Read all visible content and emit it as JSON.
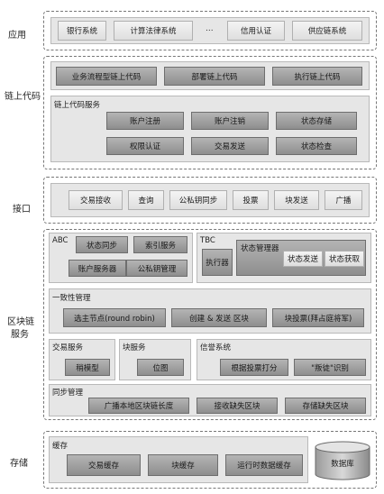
{
  "layers": {
    "application": {
      "label": "应用",
      "items": [
        "银行系统",
        "计算法律系统",
        "...",
        "信用认证",
        "供应链系统"
      ]
    },
    "chaincode": {
      "label": "链上代码",
      "top_items": [
        "业务流程型链上代码",
        "部署链上代码",
        "执行链上代码"
      ],
      "service_title": "链上代码服务",
      "service_items": [
        "账户注册",
        "账户注销",
        "状态存储",
        "权限认证",
        "交易发送",
        "状态检查"
      ]
    },
    "interface": {
      "label": "接口",
      "items": [
        "交易接收",
        "查询",
        "公私钥同步",
        "投票",
        "块发送",
        "广播"
      ]
    },
    "blockchain": {
      "label_line1": "区块链",
      "label_line2": "服务",
      "abc": {
        "title": "ABC",
        "items": [
          "状态同步",
          "索引服务",
          "账户服务器",
          "公私钥管理"
        ]
      },
      "tbc": {
        "title": "TBC",
        "executor": "执行器",
        "state_manager": "状态管理器",
        "items": [
          "状态发送",
          "状态获取"
        ]
      },
      "consensus": {
        "title": "一致性管理",
        "items": [
          "选主节点(round robin)",
          "创建 & 发送 区块",
          "块投票(拜占庭将军)"
        ]
      },
      "transaction": {
        "title": "交易服务",
        "items": [
          "稍模型"
        ]
      },
      "block": {
        "title": "块服务",
        "items": [
          "位图"
        ]
      },
      "reputation": {
        "title": "信誉系统",
        "items": [
          "根据投票打分",
          "\"叛徒\"识别"
        ]
      },
      "sync": {
        "title": "同步管理",
        "items": [
          "广播本地区块链长度",
          "接收缺失区块",
          "存储缺失区块"
        ]
      }
    },
    "storage": {
      "label": "存储",
      "cache_title": "缓存",
      "items": [
        "交易缓存",
        "块缓存",
        "运行时数据缓存"
      ],
      "database": "数据库"
    }
  }
}
